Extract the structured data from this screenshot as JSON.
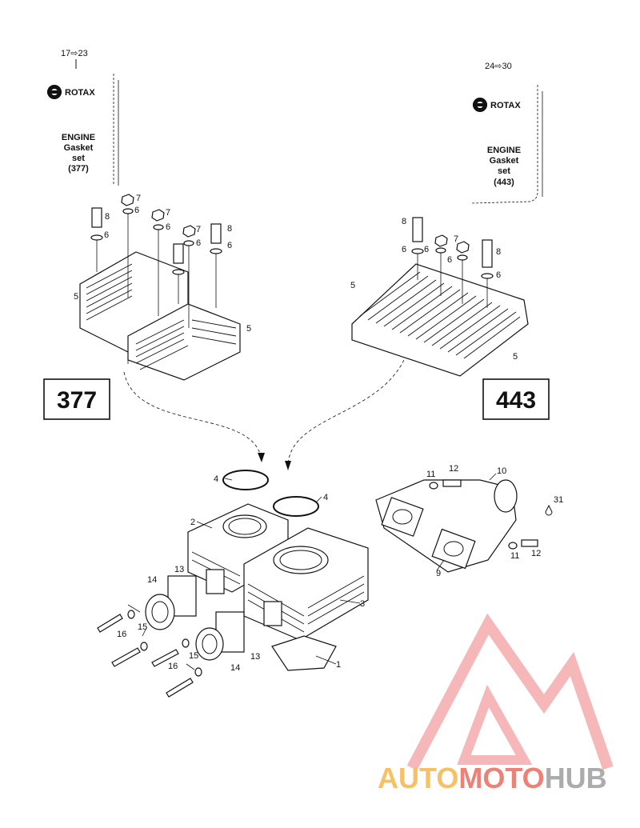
{
  "kits": {
    "left": {
      "range": "17⇨23",
      "brand": "ROTAX",
      "line1": "ENGINE",
      "line2": "Gasket",
      "line3": "set",
      "line4": "(377)"
    },
    "right": {
      "range": "24⇨30",
      "brand": "ROTAX",
      "line1": "ENGINE",
      "line2": "Gasket",
      "line3": "set",
      "line4": "(443)"
    }
  },
  "models": {
    "left": "377",
    "right": "443"
  },
  "callouts": {
    "c1": "1",
    "c2": "2",
    "c3": "3",
    "c4a": "4",
    "c4b": "4",
    "c5a": "5",
    "c5b": "5",
    "c5c": "5",
    "c5d": "5",
    "c6a": "6",
    "c6b": "6",
    "c6c": "6",
    "c6d": "6",
    "c6e": "6",
    "c6f": "6",
    "c6g": "6",
    "c6h": "6",
    "c6i": "6",
    "c7a": "7",
    "c7b": "7",
    "c7c": "7",
    "c7d": "7",
    "c8a": "8",
    "c8b": "8",
    "c8c": "8",
    "c8d": "8",
    "c9": "9",
    "c10": "10",
    "c11a": "11",
    "c11b": "11",
    "c12a": "12",
    "c12b": "12",
    "c13a": "13",
    "c13b": "13",
    "c14a": "14",
    "c14b": "14",
    "c15a": "15",
    "c15b": "15",
    "c16a": "16",
    "c16b": "16",
    "c31": "31"
  },
  "watermark": {
    "part1": "AUTO",
    "part2": "MOTO",
    "part3": "HUB",
    "color_a": "#f5a623",
    "color_b": "#e84c3d",
    "color_c": "#8a8a8a"
  }
}
